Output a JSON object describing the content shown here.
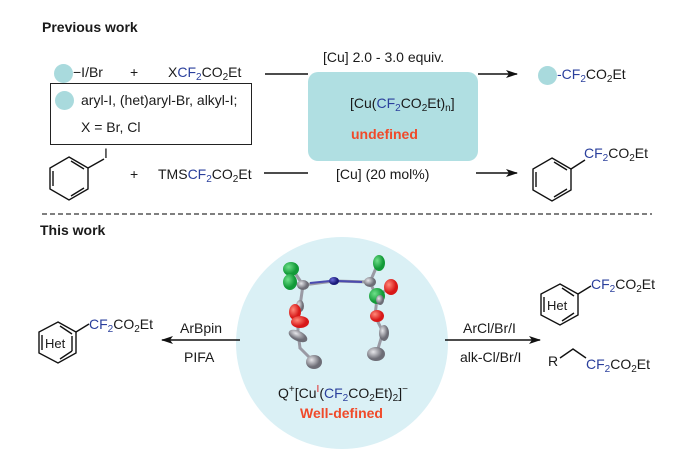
{
  "previous_work": {
    "heading": "Previous work",
    "row1": {
      "substrate_suffix": "−I/Br",
      "plus": "+",
      "reagent": {
        "prefix": "X",
        "cf2": "CF",
        "cf2_sub": "2",
        "co": "CO",
        "co_sub": "2",
        "tail": "Et"
      },
      "condition_above": "[Cu] 2.0 - 3.0 equiv.",
      "product": {
        "cf2": "-CF",
        "cf2_sub": "2",
        "co": "CO",
        "co_sub": "2",
        "tail": "Et"
      }
    },
    "legend": {
      "line1": "aryl-I, (het)aryl-Br, alkyl-I;",
      "line2": "X = Br, Cl"
    },
    "intermediate": {
      "formula": {
        "open": "[Cu(",
        "cf2": "CF",
        "cf2_sub": "2",
        "co": "CO",
        "co_sub": "2",
        "tail": "Et)",
        "n_sub": "n",
        "close": "]"
      },
      "status": "undefined"
    },
    "row2": {
      "substrate_atom": "I",
      "plus": "+",
      "reagent": {
        "prefix": "TMS",
        "cf2": "CF",
        "cf2_sub": "2",
        "co": "CO",
        "co_sub": "2",
        "tail": "Et"
      },
      "condition_below": "[Cu] (20 mol%)",
      "product": {
        "cf2": "CF",
        "cf2_sub": "2",
        "co": "CO",
        "co_sub": "2",
        "tail": "Et"
      }
    }
  },
  "this_work": {
    "heading": "This work",
    "complex": {
      "q": "Q",
      "q_sup": "+",
      "open": "[Cu",
      "cu_ox": "I",
      "paren": "(",
      "cf2": "CF",
      "cf2_sub": "2",
      "co": "CO",
      "co_sub": "2",
      "tail": "Et)",
      "count_sub": "2",
      "close": "]",
      "charge_sup": "−",
      "status": "Well-defined"
    },
    "left": {
      "condition_above": "ArBpin",
      "condition_below": "PIFA",
      "product_ring_label": "Het",
      "product": {
        "cf2": "CF",
        "cf2_sub": "2",
        "co": "CO",
        "co_sub": "2",
        "tail": "Et"
      }
    },
    "right": {
      "condition_above": "ArCl/Br/I",
      "condition_below": "alk-Cl/Br/I",
      "product1_ring_label": "Het",
      "product1": {
        "cf2": "CF",
        "cf2_sub": "2",
        "co": "CO",
        "co_sub": "2",
        "tail": "Et"
      },
      "product2_r": "R",
      "product2": {
        "cf2": "CF",
        "cf2_sub": "2",
        "co": "CO",
        "co_sub": "2",
        "tail": "Et"
      }
    }
  },
  "colors": {
    "cf2_blue": "#2a3f9c",
    "highlight_red": "#f04a2a",
    "teal": "#b0dfe2",
    "circle_bg": "#daf0f5",
    "atom_fluorine": "#22b34a",
    "atom_oxygen": "#ee2222",
    "atom_nitrogen": "#2a2a9a",
    "atom_carbon": "#8a8a92"
  }
}
